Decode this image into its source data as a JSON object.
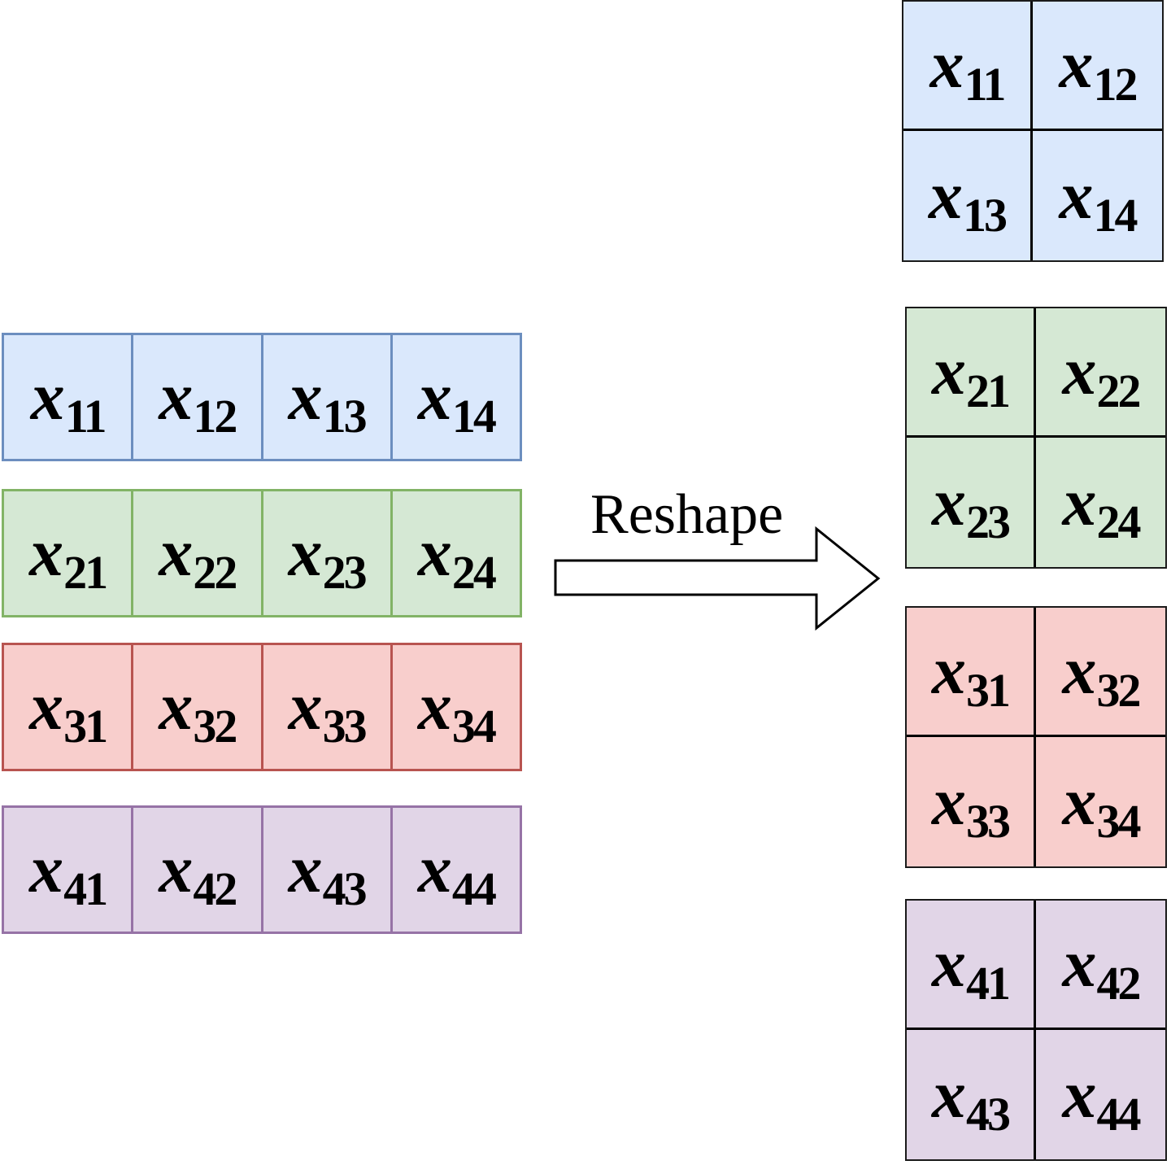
{
  "arrow": {
    "label": "Reshape"
  },
  "colors": {
    "blue": {
      "fill": "#dae8fc",
      "stroke": "#6c8ebf"
    },
    "green": {
      "fill": "#d5e8d4",
      "stroke": "#82b366"
    },
    "red": {
      "fill": "#f8cecc",
      "stroke": "#b85450"
    },
    "purple": {
      "fill": "#e1d5e7",
      "stroke": "#9673a6"
    }
  },
  "rows": [
    {
      "color": "blue",
      "cells": [
        {
          "base": "x",
          "sub": "11"
        },
        {
          "base": "x",
          "sub": "12"
        },
        {
          "base": "x",
          "sub": "13"
        },
        {
          "base": "x",
          "sub": "14"
        }
      ]
    },
    {
      "color": "green",
      "cells": [
        {
          "base": "x",
          "sub": "21"
        },
        {
          "base": "x",
          "sub": "22"
        },
        {
          "base": "x",
          "sub": "23"
        },
        {
          "base": "x",
          "sub": "24"
        }
      ]
    },
    {
      "color": "red",
      "cells": [
        {
          "base": "x",
          "sub": "31"
        },
        {
          "base": "x",
          "sub": "32"
        },
        {
          "base": "x",
          "sub": "33"
        },
        {
          "base": "x",
          "sub": "34"
        }
      ]
    },
    {
      "color": "purple",
      "cells": [
        {
          "base": "x",
          "sub": "41"
        },
        {
          "base": "x",
          "sub": "42"
        },
        {
          "base": "x",
          "sub": "43"
        },
        {
          "base": "x",
          "sub": "44"
        }
      ]
    }
  ],
  "blocks": [
    {
      "color": "blue",
      "cells": [
        {
          "base": "x",
          "sub": "11"
        },
        {
          "base": "x",
          "sub": "12"
        },
        {
          "base": "x",
          "sub": "13"
        },
        {
          "base": "x",
          "sub": "14"
        }
      ]
    },
    {
      "color": "green",
      "cells": [
        {
          "base": "x",
          "sub": "21"
        },
        {
          "base": "x",
          "sub": "22"
        },
        {
          "base": "x",
          "sub": "23"
        },
        {
          "base": "x",
          "sub": "24"
        }
      ]
    },
    {
      "color": "red",
      "cells": [
        {
          "base": "x",
          "sub": "31"
        },
        {
          "base": "x",
          "sub": "32"
        },
        {
          "base": "x",
          "sub": "33"
        },
        {
          "base": "x",
          "sub": "34"
        }
      ]
    },
    {
      "color": "purple",
      "cells": [
        {
          "base": "x",
          "sub": "41"
        },
        {
          "base": "x",
          "sub": "42"
        },
        {
          "base": "x",
          "sub": "43"
        },
        {
          "base": "x",
          "sub": "44"
        }
      ]
    }
  ]
}
